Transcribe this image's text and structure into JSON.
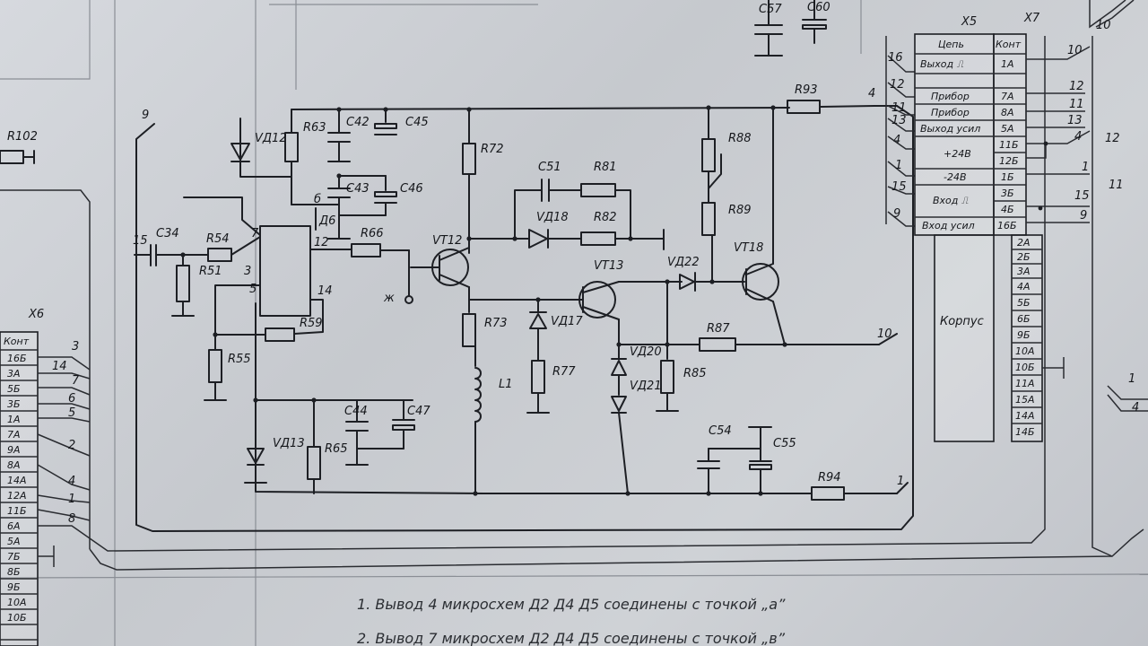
{
  "components": {
    "c57": "C57",
    "c60": "C60",
    "r102": "R102",
    "r63": "R63",
    "c42": "C42",
    "c45": "C45",
    "c43": "C43",
    "c46": "C46",
    "vd12": "VД12",
    "r72": "R72",
    "c51": "C51",
    "r81": "R81",
    "vd18": "VД18",
    "r82": "R82",
    "r88": "R88",
    "r89": "R89",
    "r93": "R93",
    "vt12": "VT12",
    "vt13": "VT13",
    "vt18": "VT18",
    "vd22": "VД22",
    "c34": "C34",
    "r54": "R54",
    "r51": "R51",
    "r66": "R66",
    "r59": "R59",
    "r55": "R55",
    "r73": "R73",
    "l1": "L1",
    "vd17": "VД17",
    "r77": "R77",
    "vd20": "VД20",
    "vd21": "VД21",
    "r87": "R87",
    "r85": "R85",
    "c44": "C44",
    "c47": "C47",
    "r65": "R65",
    "vd13": "VД13",
    "c54": "C54",
    "c55": "C55",
    "r94": "R94"
  },
  "net_labels": {
    "b": "б",
    "d6": "Д6",
    "zh": "ж",
    "n9": "9",
    "n15": "15",
    "pin7": "7",
    "pin12": "12",
    "pin14": "14",
    "pin3": "3",
    "pin5": "5",
    "r4": "4",
    "r10": "10",
    "r1": "1",
    "bus_16": "16",
    "bus_12": "12",
    "bus_11": "11",
    "bus_13": "13",
    "bus_4": "4",
    "bus_1": "1",
    "bus_15": "15",
    "bus_9": "9",
    "x7_10": "10",
    "x7_12": "12",
    "x7_11": "11",
    "x7_13": "13",
    "x7_4": "4",
    "x7_1": "1",
    "x7_15": "15",
    "x7_9": "9",
    "far_10": "10",
    "far_12": "12",
    "far_11": "11",
    "far_1": "1",
    "far_4": "4"
  },
  "x5": {
    "ref": "X5",
    "ref2": "X7",
    "head_circuit": "Цепь",
    "head_contact": "Конт",
    "rows": [
      {
        "name": "Выход ⎍",
        "contact": "1А"
      },
      {
        "name": "",
        "contact": ""
      },
      {
        "name": "Прибор",
        "contact": "7А"
      },
      {
        "name": "Прибор",
        "contact": "8А"
      },
      {
        "name": "Выход усил",
        "contact": "5А"
      },
      {
        "name": "+24В",
        "contact": "11Б"
      },
      {
        "name": "",
        "contact": "12Б"
      },
      {
        "name": "-24В",
        "contact": "1Б"
      },
      {
        "name": "Вход ⎍",
        "contact": "3Б"
      },
      {
        "name": "",
        "contact": "4Б"
      },
      {
        "name": "Вход усил",
        "contact": "16Б"
      }
    ],
    "extra_contacts": [
      "2А",
      "2Б",
      "3А",
      "4А",
      "5Б",
      "6Б",
      "9Б",
      "10А",
      "10Б",
      "11А",
      "15А",
      "14А",
      "14Б"
    ],
    "body_label": "Корпус"
  },
  "x6": {
    "ref": "X6",
    "head_contact": "Конт",
    "contacts": [
      "16Б",
      "3А",
      "5Б",
      "3Б",
      "1А",
      "7А",
      "9А",
      "8А",
      "14А",
      "12А",
      "11Б",
      "6А",
      "5А",
      "7Б",
      "8Б",
      "9Б",
      "10А",
      "10Б"
    ],
    "wire_labels": [
      "3",
      "14",
      "7",
      "6",
      "5",
      "2",
      "4",
      "1",
      "8"
    ]
  },
  "notes": [
    "1. Вывод 4 микросхем Д2 Д4 Д5 соединены с точкой „а”",
    "2. Вывод 7 микросхем Д2 Д4 Д5 соединены с точкой „в”"
  ]
}
